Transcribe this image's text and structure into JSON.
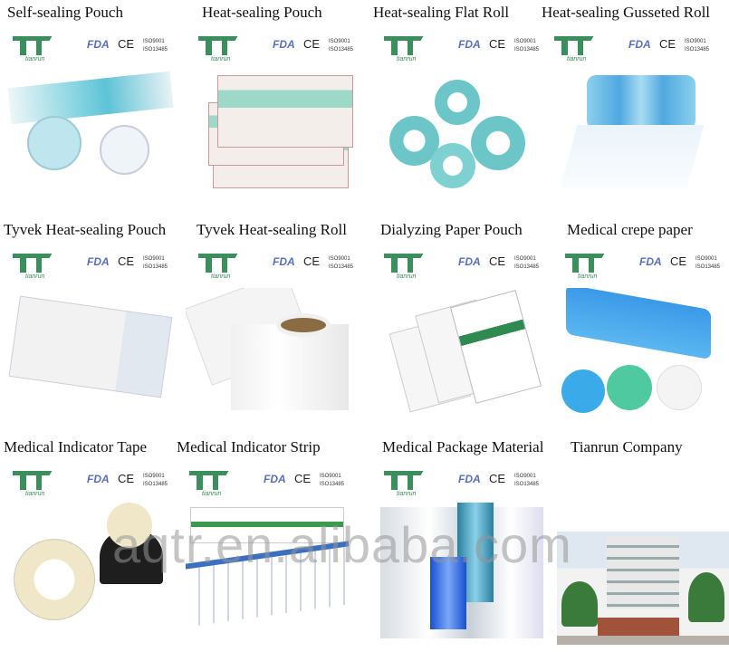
{
  "products": [
    {
      "title": "Self-sealing Pouch"
    },
    {
      "title": "Heat-sealing Pouch"
    },
    {
      "title": "Heat-sealing Flat Roll"
    },
    {
      "title": "Heat-sealing Gusseted Roll"
    },
    {
      "title": "Tyvek Heat-sealing Pouch"
    },
    {
      "title": "Tyvek Heat-sealing Roll"
    },
    {
      "title": "Dialyzing Paper Pouch"
    },
    {
      "title": "Medical crepe paper"
    },
    {
      "title": "Medical Indicator Tape"
    },
    {
      "title": "Medical Indicator Strip"
    },
    {
      "title": "Medical Package Material"
    },
    {
      "title": "Tianrun Company"
    }
  ],
  "badges": {
    "brand": "tianrun",
    "fda": "FDA",
    "ce": "CE",
    "iso1": "ISO9001",
    "iso2": "ISO13485"
  },
  "watermark": "aqtr.en.alibaba.com",
  "colors": {
    "brand_green": "#3a8f5c",
    "fda_blue": "#5a6fc0",
    "pouch_blue": "#7fd0e0"
  }
}
